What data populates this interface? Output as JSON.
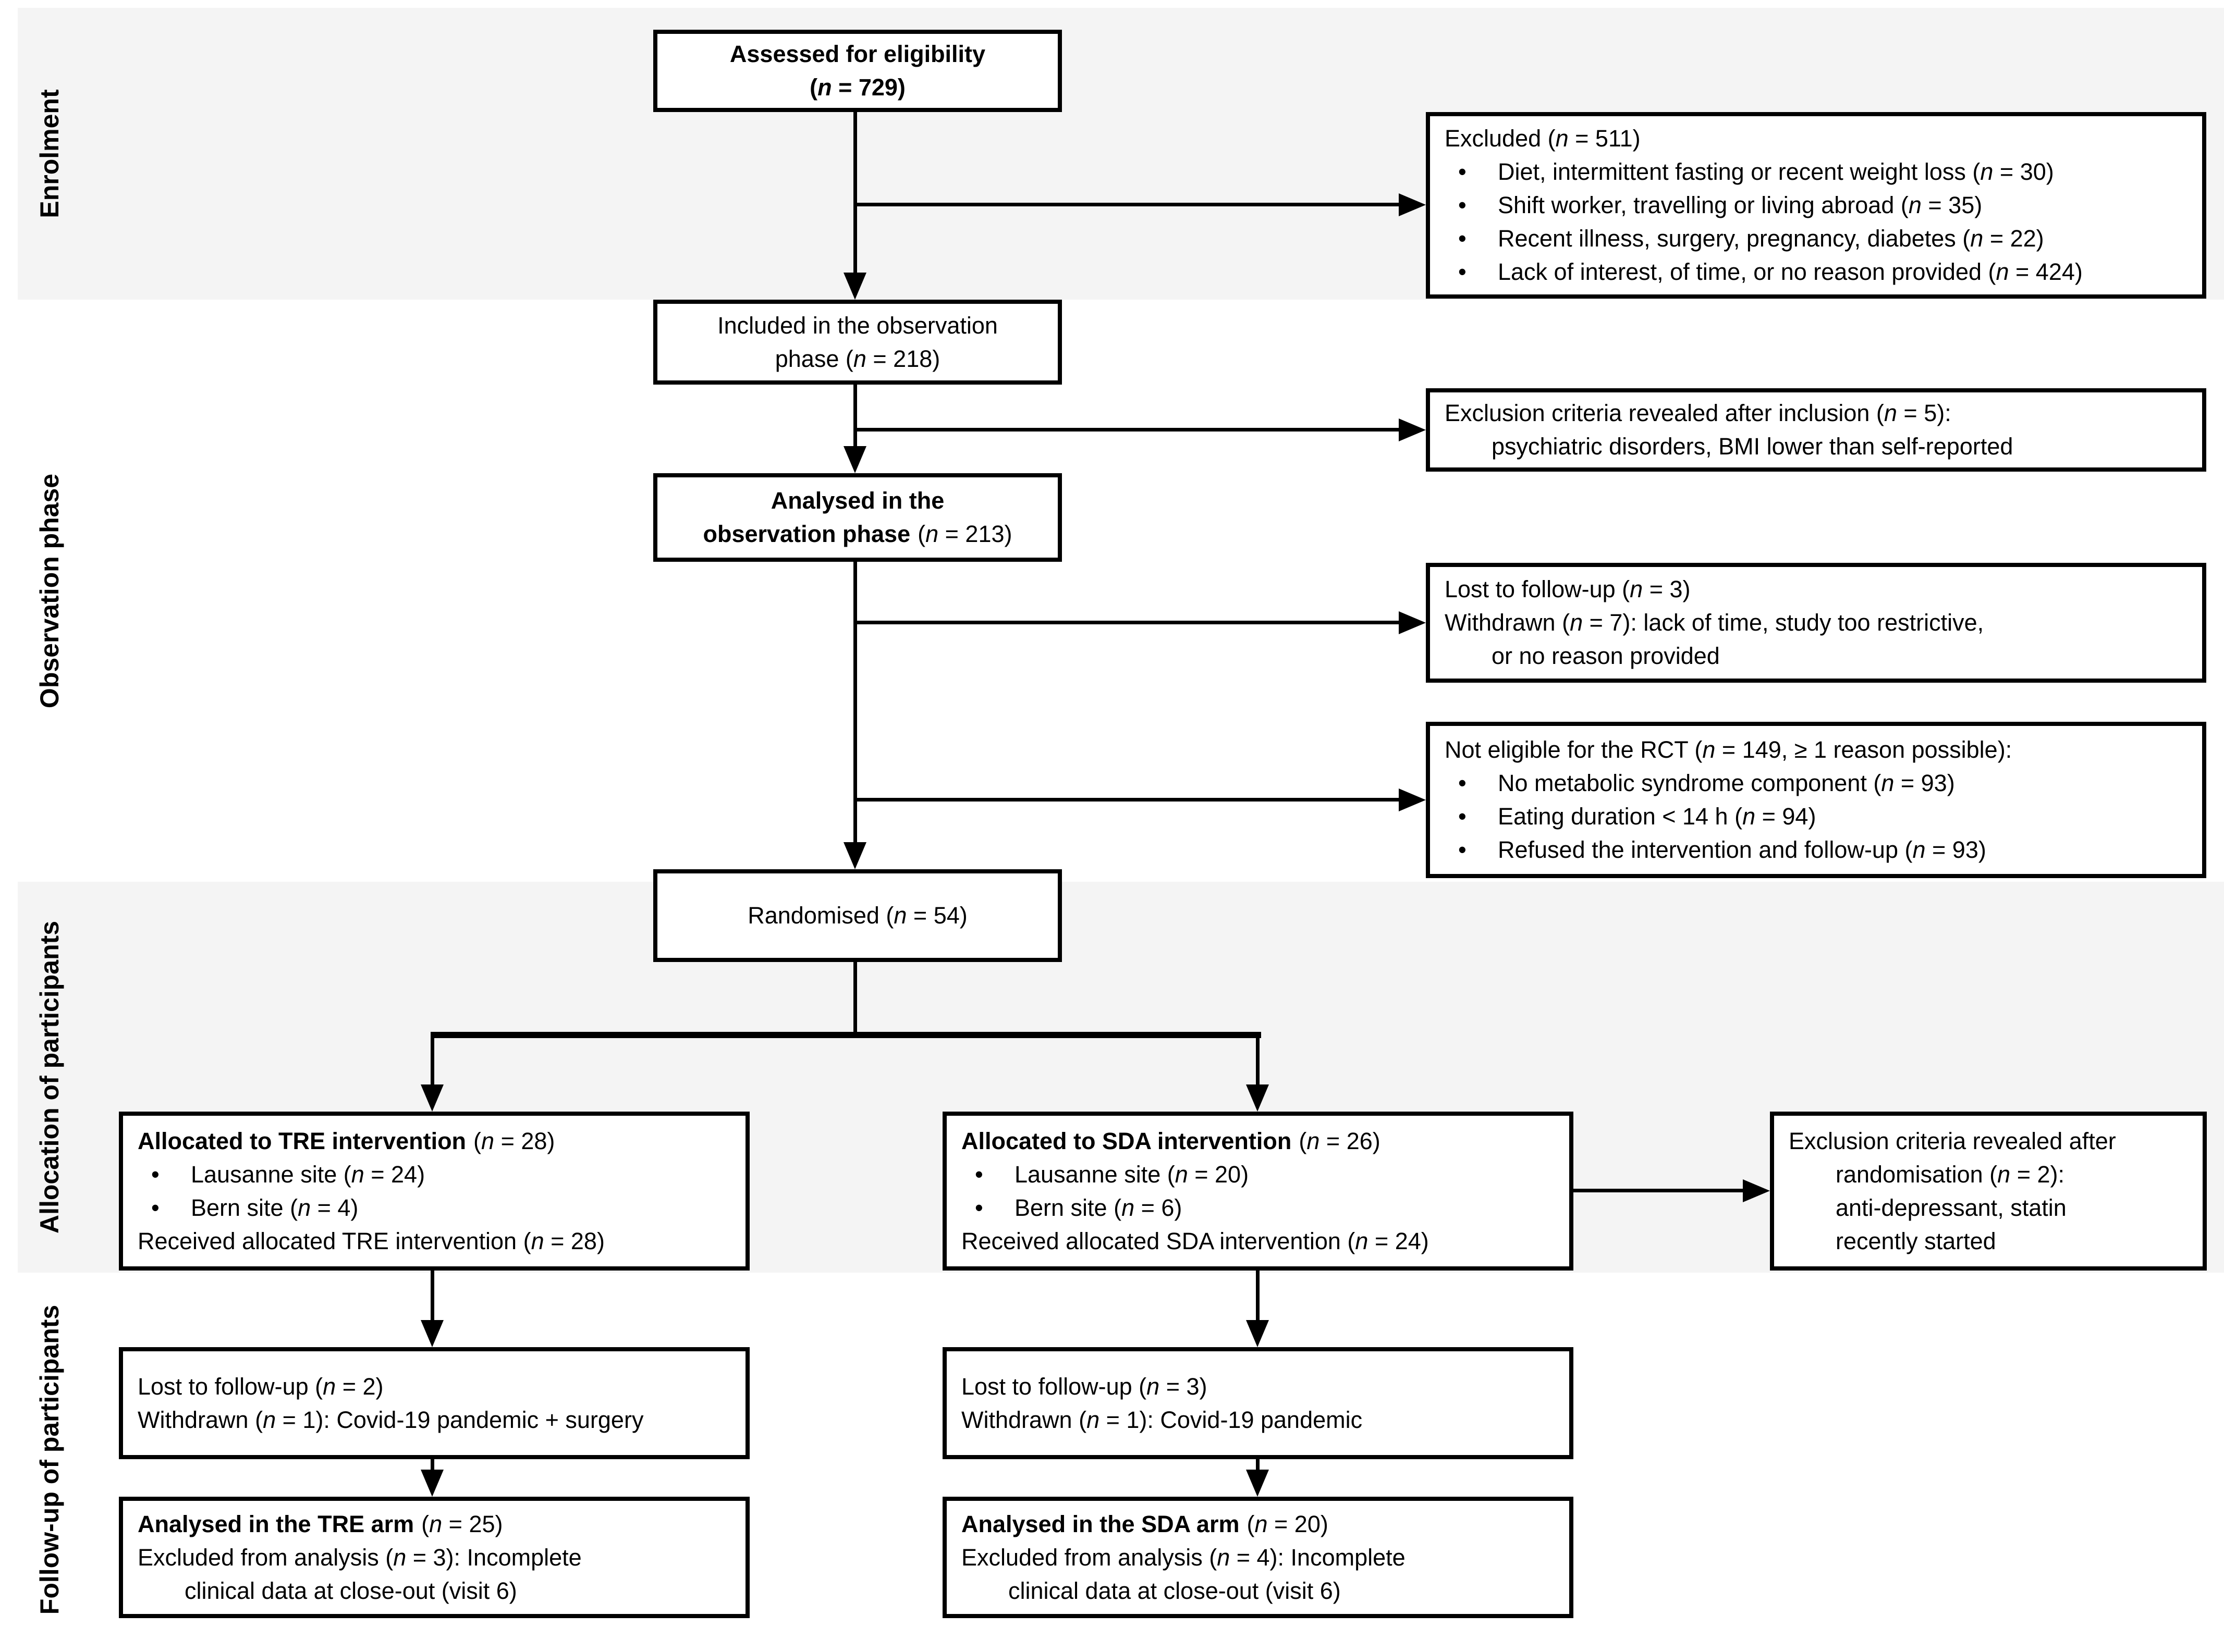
{
  "glyphs": {
    "bullet": "•"
  },
  "sidebar": {
    "phases": [
      "Enrolment",
      "Observation phase",
      "Allocation of participants",
      "Follow-up of participants"
    ]
  },
  "boxes": {
    "assessed": {
      "title": "Assessed for eligibility",
      "n": "(n = 729)"
    },
    "excluded": {
      "header": "Excluded (n = 511)",
      "items": [
        "Diet, intermittent fasting or recent weight loss (n = 30)",
        "Shift worker, travelling or living abroad (n = 35)",
        "Recent illness, surgery, pregnancy, diabetes (n = 22)",
        "Lack of interest, of time, or no reason provided (n = 424)"
      ]
    },
    "included": {
      "line1": "Included in the observation",
      "line2": "phase (n = 218)"
    },
    "exclusion_after_inclusion": {
      "line1": "Exclusion criteria revealed after inclusion (n = 5):",
      "line2": "psychiatric disorders, BMI lower than self-reported"
    },
    "analysed_observation": {
      "line1": "Analysed in the",
      "line2_bold": "observation phase",
      "line2_n": "(n = 213)"
    },
    "lost_observation": {
      "line1": "Lost to follow-up (n = 3)",
      "line2": "Withdrawn (n = 7): lack of time, study too restrictive,",
      "line3": "or no reason provided"
    },
    "not_eligible": {
      "header": "Not eligible for the RCT (n = 149, ≥ 1 reason possible):",
      "items": [
        "No metabolic syndrome component (n = 93)",
        "Eating duration < 14 h (n = 94)",
        "Refused the intervention and follow-up (n = 93)"
      ]
    },
    "randomised": {
      "label": "Randomised (n = 54)"
    },
    "tre_allocation": {
      "title": "Allocated to TRE intervention",
      "n": "(n = 28)",
      "items": [
        "Lausanne site (n = 24)",
        "Bern site (n = 4)"
      ],
      "footer": "Received allocated TRE intervention (n = 28)"
    },
    "sda_allocation": {
      "title": "Allocated to SDA intervention",
      "n": "(n = 26)",
      "items": [
        "Lausanne site (n = 20)",
        "Bern site (n = 6)"
      ],
      "footer": "Received allocated SDA intervention (n = 24)"
    },
    "exclusion_after_randomisation": {
      "line1": "Exclusion criteria revealed after",
      "line2": "randomisation (n = 2):",
      "line3": "anti-depressant, statin",
      "line4": "recently started"
    },
    "tre_followup": {
      "line1": "Lost to follow-up (n = 2)",
      "line2": "Withdrawn (n = 1): Covid-19 pandemic + surgery"
    },
    "sda_followup": {
      "line1": "Lost to follow-up (n = 3)",
      "line2": "Withdrawn (n = 1): Covid-19 pandemic"
    },
    "tre_analysed": {
      "title": "Analysed in the TRE arm",
      "n": "(n = 25)",
      "line2": "Excluded from analysis (n = 3): Incomplete",
      "line3": "clinical data at close-out (visit 6)"
    },
    "sda_analysed": {
      "title": "Analysed in the SDA arm",
      "n": "(n = 20)",
      "line2": "Excluded from analysis (n = 4): Incomplete",
      "line3": "clinical data at close-out (visit 6)"
    }
  },
  "colors": {
    "band": "#f4f4f4",
    "line": "#000000",
    "box_background": "#ffffff",
    "box_border": "#000000"
  }
}
